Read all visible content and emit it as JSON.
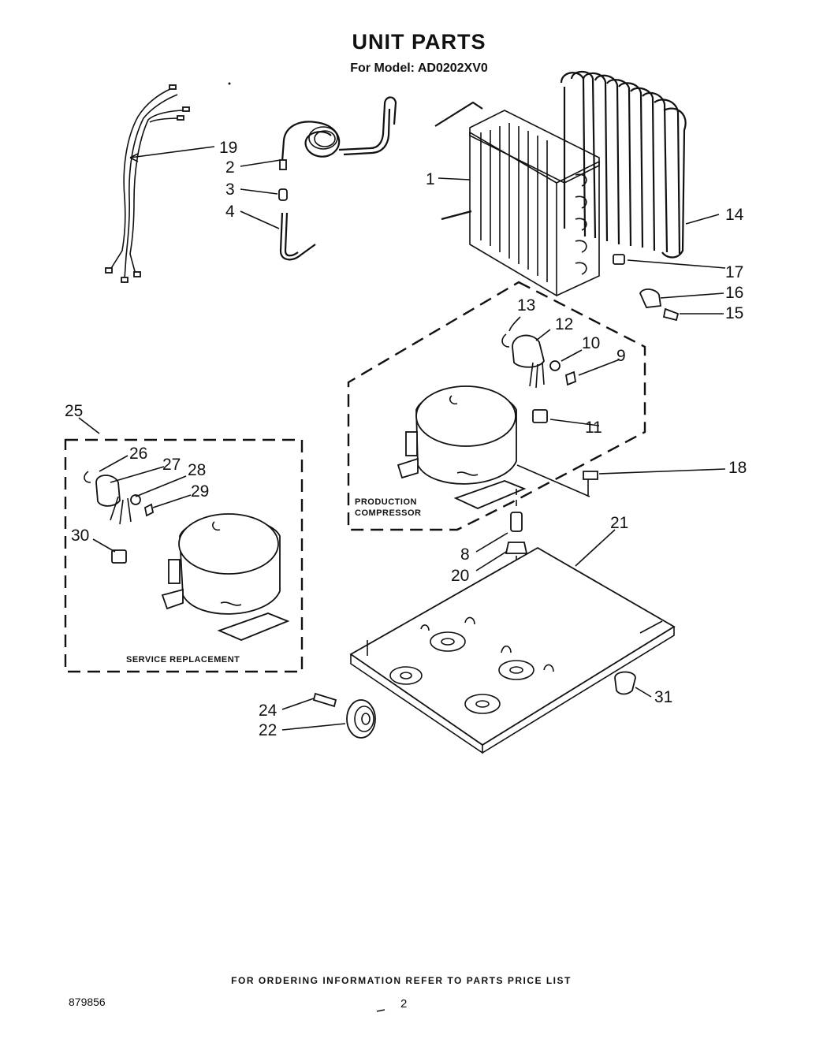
{
  "title": "UNIT PARTS",
  "subtitle": "For Model: AD0202XV0",
  "callouts": {
    "p1": "1",
    "p2": "2",
    "p3": "3",
    "p4": "4",
    "p8": "8",
    "p9": "9",
    "p10": "10",
    "p11": "11",
    "p12": "12",
    "p13": "13",
    "p14": "14",
    "p15": "15",
    "p16": "16",
    "p17": "17",
    "p18": "18",
    "p19": "19",
    "p20": "20",
    "p21": "21",
    "p22": "22",
    "p24": "24",
    "p25": "25",
    "p26": "26",
    "p27": "27",
    "p28": "28",
    "p29": "29",
    "p30": "30",
    "p31": "31"
  },
  "boxes": {
    "production_line1": "PRODUCTION",
    "production_line2": "COMPRESSOR",
    "service": "SERVICE REPLACEMENT"
  },
  "footer": "FOR ORDERING INFORMATION REFER TO PARTS PRICE LIST",
  "doc_number": "879856",
  "page_number": "2"
}
